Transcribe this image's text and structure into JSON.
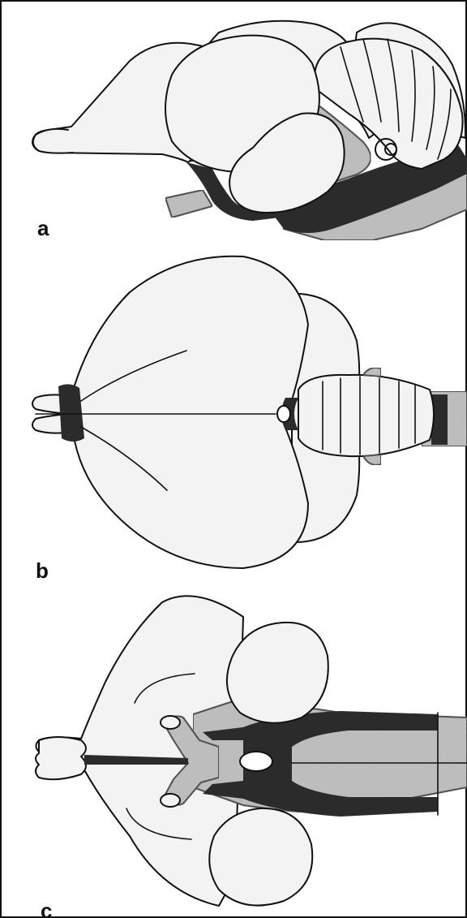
{
  "figure": {
    "panels": [
      {
        "id": "a",
        "label": "a"
      },
      {
        "id": "b",
        "label": "b"
      },
      {
        "id": "c",
        "label": "c"
      }
    ],
    "colors": {
      "background": "#ffffff",
      "light_region": "#f3f3f3",
      "stippled_region": "#bdbdbd",
      "dark_region": "#2b2b2b",
      "outline": "#111111"
    }
  }
}
